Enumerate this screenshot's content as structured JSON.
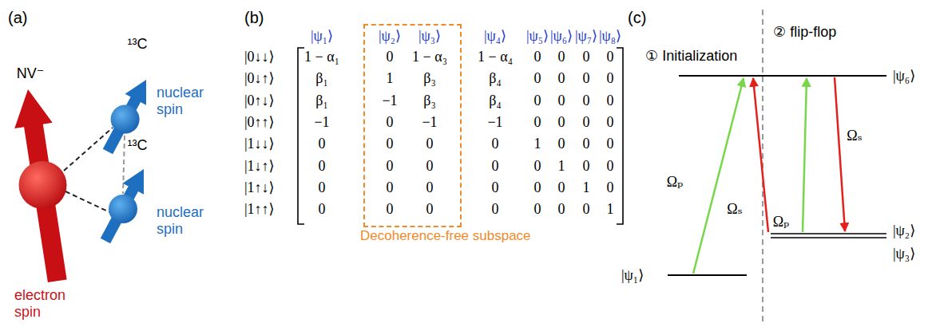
{
  "diagram": {
    "nodes": [
      {
        "text": [
          "Decoherence-free subspace"
        ]
      }
    ],
    "labels": [
      "(a)",
      "NV⁻",
      "¹³C",
      "nuclear spin",
      "¹³C",
      "nuclear spin",
      "electron spin",
      "(b)",
      "|ψ₁⟩",
      "|ψ₂⟩",
      "|ψ₃⟩",
      "|ψ₄⟩",
      "|ψ₅⟩",
      "|ψ₆⟩",
      "|ψ₇⟩",
      "|ψ₈⟩",
      "|0↓↓⟩",
      "1 − α₁",
      "0",
      "1 − α₃",
      "1 − α₄",
      "0",
      "0",
      "0",
      "0",
      "|0↓↑⟩",
      "β₁",
      "1",
      "β₃",
      "β₄",
      "0",
      "0",
      "0",
      "0",
      "|0↑↓⟩",
      "β₁",
      "−1",
      "β₃",
      "β₄",
      "0",
      "0",
      "0",
      "0",
      "|0↑↑⟩",
      "−1",
      "0",
      "−1",
      "−1",
      "0",
      "0",
      "0",
      "0",
      "|1↓↓⟩",
      "0",
      "0",
      "0",
      "0",
      "1",
      "0",
      "0",
      "0",
      "|1↓↑⟩",
      "0",
      "0",
      "0",
      "0",
      "0",
      "1",
      "0",
      "0",
      "|1↑↓⟩",
      "0",
      "0",
      "0",
      "0",
      "0",
      "0",
      "1",
      "0",
      "|1↑↑⟩",
      "0",
      "0",
      "0",
      "0",
      "0",
      "0",
      "0",
      "1",
      "(c)",
      "① Initialization",
      "② flip-flop",
      "|ψ₆⟩",
      "Ωₚ",
      "Ωₛ",
      "Ωₚ",
      "Ωₛ",
      "|ψ₁⟩",
      "|ψ₂⟩",
      "|ψ₃⟩"
    ]
  }
}
